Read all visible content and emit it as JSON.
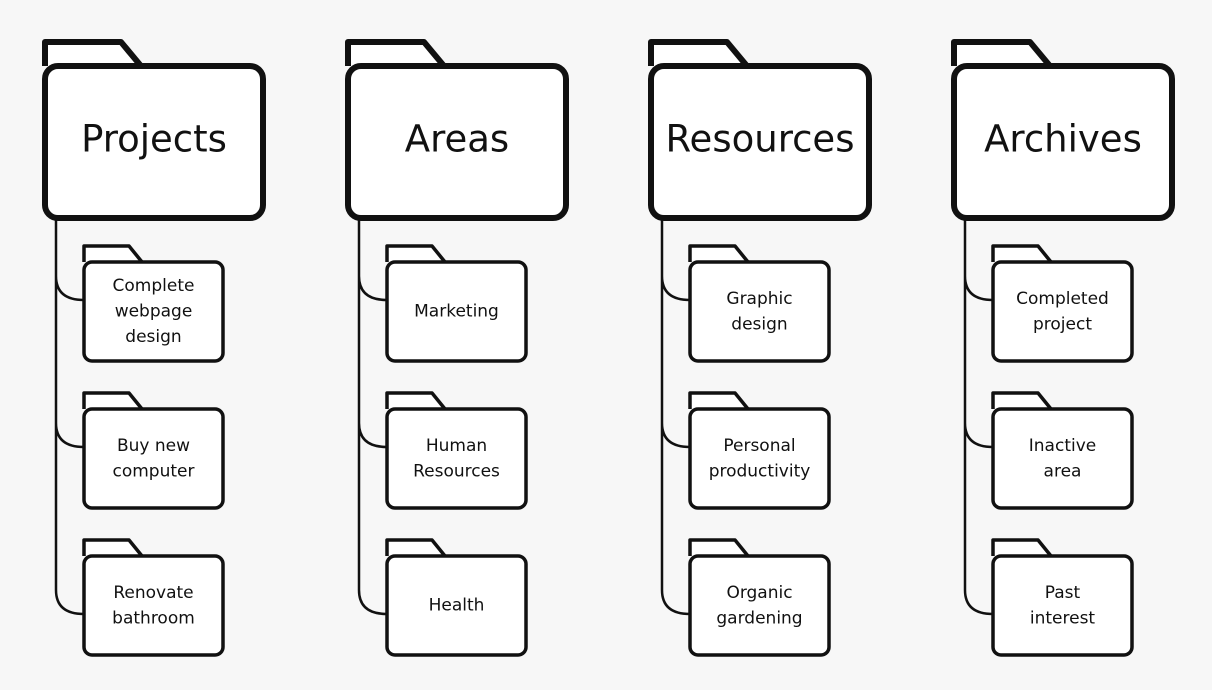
{
  "columns": [
    {
      "label": "Projects",
      "items": [
        [
          "Complete",
          "webpage",
          "design"
        ],
        [
          "Buy new",
          "computer"
        ],
        [
          "Renovate",
          "bathroom"
        ]
      ]
    },
    {
      "label": "Areas",
      "items": [
        [
          "Marketing"
        ],
        [
          "Human",
          "Resources"
        ],
        [
          "Health"
        ]
      ]
    },
    {
      "label": "Resources",
      "items": [
        [
          "Graphic",
          "design"
        ],
        [
          "Personal",
          "productivity"
        ],
        [
          "Organic",
          "gardening"
        ]
      ]
    },
    {
      "label": "Archives",
      "items": [
        [
          "Completed",
          "project"
        ],
        [
          "Inactive",
          "area"
        ],
        [
          "Past",
          "interest"
        ]
      ]
    }
  ]
}
